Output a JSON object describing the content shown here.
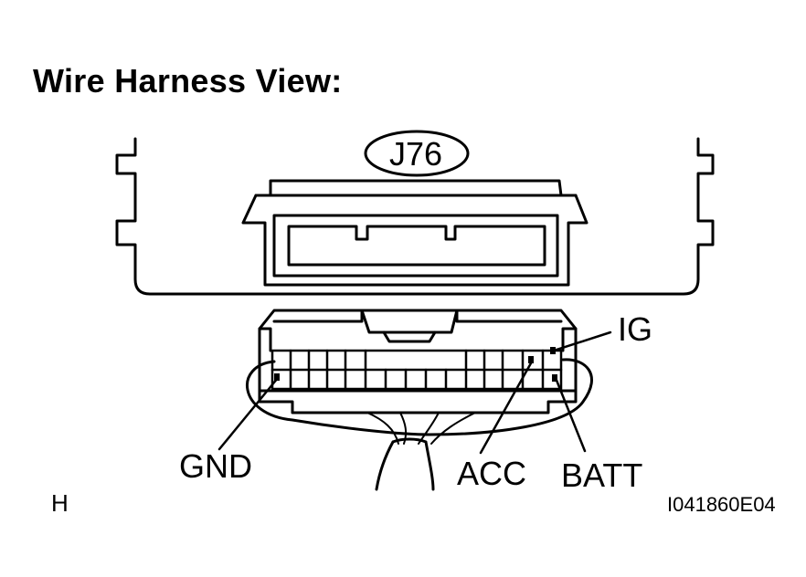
{
  "diagram": {
    "title": "Wire Harness View:",
    "connector_id": "J76",
    "terminals": {
      "ig": "IG",
      "gnd": "GND",
      "acc": "ACC",
      "batt": "BATT"
    },
    "corner_mark": "H",
    "figure_code": "I041860E04"
  }
}
